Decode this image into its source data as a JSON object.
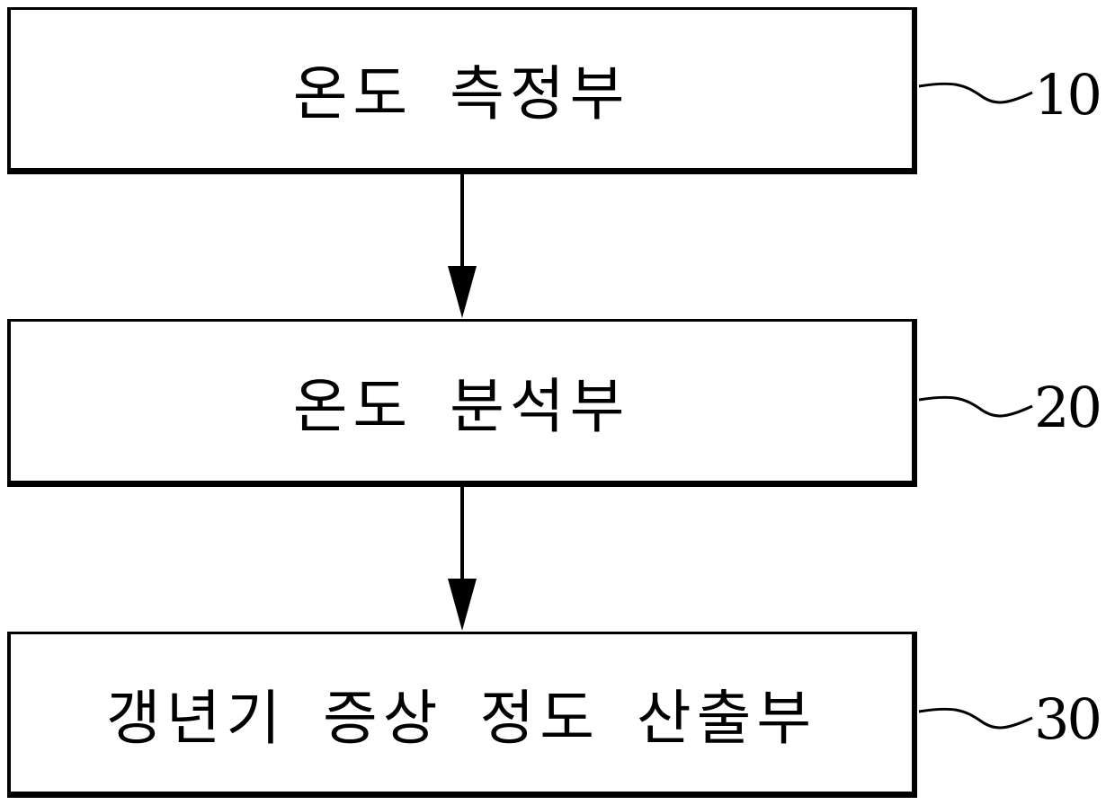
{
  "blocks": [
    {
      "label": "온도 측정부",
      "ref": "10"
    },
    {
      "label": "온도 분석부",
      "ref": "20"
    },
    {
      "label": "갱년기 증상 정도 산출부",
      "ref": "30"
    }
  ]
}
